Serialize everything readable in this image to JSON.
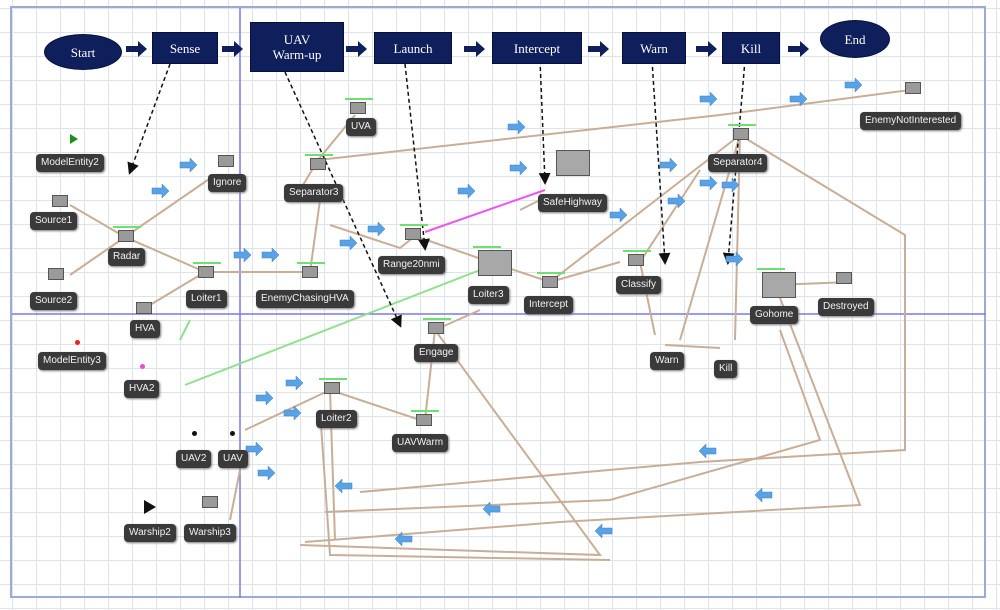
{
  "flow": [
    {
      "id": "start",
      "label": "Start",
      "shape": "oval"
    },
    {
      "id": "sense",
      "label": "Sense",
      "shape": "rect"
    },
    {
      "id": "uav-warmup",
      "label": "UAV\nWarm-up",
      "shape": "rect"
    },
    {
      "id": "launch",
      "label": "Launch",
      "shape": "rect"
    },
    {
      "id": "intercept",
      "label": "Intercept",
      "shape": "rect"
    },
    {
      "id": "warn",
      "label": "Warn",
      "shape": "rect"
    },
    {
      "id": "kill",
      "label": "Kill",
      "shape": "rect"
    },
    {
      "id": "end",
      "label": "End",
      "shape": "oval"
    }
  ],
  "nodes": [
    {
      "id": "modelentity2",
      "label": "ModelEntity2"
    },
    {
      "id": "source1",
      "label": "Source1"
    },
    {
      "id": "source2",
      "label": "Source2"
    },
    {
      "id": "modelentity3",
      "label": "ModelEntity3"
    },
    {
      "id": "hva",
      "label": "HVA"
    },
    {
      "id": "hva2",
      "label": "HVA2"
    },
    {
      "id": "radar",
      "label": "Radar"
    },
    {
      "id": "loiter1",
      "label": "Loiter1"
    },
    {
      "id": "ignore",
      "label": "Ignore"
    },
    {
      "id": "separator3",
      "label": "Separator3"
    },
    {
      "id": "uva",
      "label": "UVA"
    },
    {
      "id": "enemychasinghva",
      "label": "EnemyChasingHVA"
    },
    {
      "id": "range20nmi",
      "label": "Range20nmi"
    },
    {
      "id": "engage",
      "label": "Engage"
    },
    {
      "id": "loiter3",
      "label": "Loiter3"
    },
    {
      "id": "intercept-node",
      "label": "Intercept"
    },
    {
      "id": "safehighway",
      "label": "SafeHighway"
    },
    {
      "id": "classify",
      "label": "Classify"
    },
    {
      "id": "separator4",
      "label": "Separator4"
    },
    {
      "id": "enemynotinterested",
      "label": "EnemyNotInterested"
    },
    {
      "id": "gohome",
      "label": "Gohome"
    },
    {
      "id": "destroyed",
      "label": "Destroyed"
    },
    {
      "id": "warn-node",
      "label": "Warn"
    },
    {
      "id": "kill-node",
      "label": "Kill"
    },
    {
      "id": "loiter2",
      "label": "Loiter2"
    },
    {
      "id": "uavwarm",
      "label": "UAVWarm"
    },
    {
      "id": "uav2",
      "label": "UAV2"
    },
    {
      "id": "uav",
      "label": "UAV"
    },
    {
      "id": "warship2",
      "label": "Warship2"
    },
    {
      "id": "warship3",
      "label": "Warship3"
    }
  ],
  "colors": {
    "flow_fill": "#0e1f5c",
    "node_fill": "#3a3a3a",
    "link": "#c9ae97",
    "dashed": "#111111",
    "axis": "#7a7ae8",
    "green_link": "#8fe08f",
    "magenta_link": "#ee55ee",
    "blue_arrow": "#5aa2e6"
  }
}
